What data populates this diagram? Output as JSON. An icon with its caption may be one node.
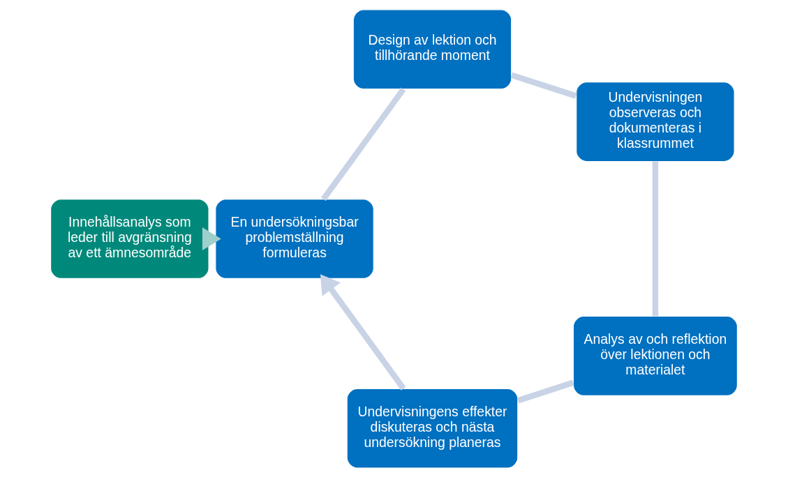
{
  "diagram": {
    "nodes": [
      {
        "text": [
          "Innehållsanalys som leder till avgränsning av ett ämnesområde"
        ]
      },
      {
        "text": [
          "En undersökningsbar problemställning formuleras"
        ]
      },
      {
        "text": [
          "Design av lektion och tillhörande moment"
        ]
      },
      {
        "text": [
          "Undervisningen observeras och dokumenteras i klassrummet"
        ]
      },
      {
        "text": [
          "Analys av och reflektion över lektionen och materialet"
        ]
      },
      {
        "text": [
          "Undervisningens effekter diskuteras och nästa undersökning planeras"
        ]
      }
    ],
    "edges": [
      {
        "from": 0,
        "to": 1,
        "arrow": "to",
        "color": "#9ecfca"
      },
      {
        "from": 1,
        "to": 2,
        "arrow": "none"
      },
      {
        "from": 2,
        "to": 3,
        "arrow": "none"
      },
      {
        "from": 3,
        "to": 4,
        "arrow": "none"
      },
      {
        "from": 4,
        "to": 5,
        "arrow": "none"
      },
      {
        "from": 5,
        "to": 1,
        "arrow": "to"
      }
    ]
  }
}
